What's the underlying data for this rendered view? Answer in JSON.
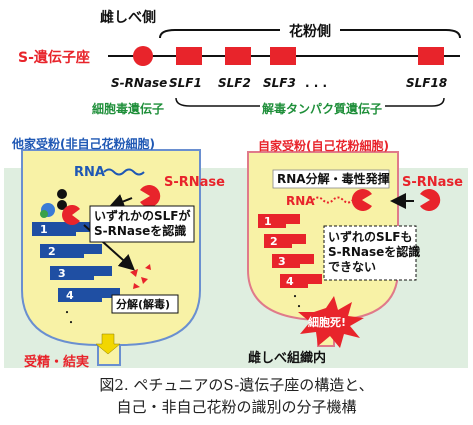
{
  "locus": {
    "side_female": "雌しべ側",
    "side_pollen": "花粉側",
    "locus_label": "S-遺伝子座",
    "srnase": "S-RNase",
    "slf": [
      "SLF1",
      "SLF2",
      "SLF3",
      "SLF18"
    ],
    "ellipsis": ". . .",
    "cytotoxic_gene": "細胞毒遺伝子",
    "detox_gene": "解毒タンパク質遺伝子"
  },
  "left_panel": {
    "title": "他家受粉(非自己花粉細胞)",
    "rna": "RNA",
    "srnase": "S-RNase",
    "recognize": "いずれかのSLFが\nS-RNaseを認識",
    "numbers": [
      "1",
      "2",
      "3",
      "4"
    ],
    "ellipsis": "・",
    "degrade": "分解(解毒)",
    "result": "受精・結実"
  },
  "right_panel": {
    "title": "自家受粉(自己花粉細胞)",
    "rna_event": "RNA分解・毒性発揮",
    "rna": "RNA",
    "srnase": "S-RNase",
    "not_recognize": "いずれのSLFも\nS-RNaseを認識\nできない",
    "numbers": [
      "1",
      "2",
      "3",
      "4"
    ],
    "cell_death": "細胞死!"
  },
  "pistil_tissue": "雌しべ組織内",
  "caption": {
    "line1": "図2. ペチュニアのS-遺伝子座の構造と、",
    "line2": "自己・非自己花粉の識別の分子機構"
  },
  "colors": {
    "red": "#e8242b",
    "green": "#1f8f3a",
    "blue": "#1f58b4",
    "pollen_fill": "#f8f2a6",
    "tissue_bg": "#dfeee0"
  }
}
